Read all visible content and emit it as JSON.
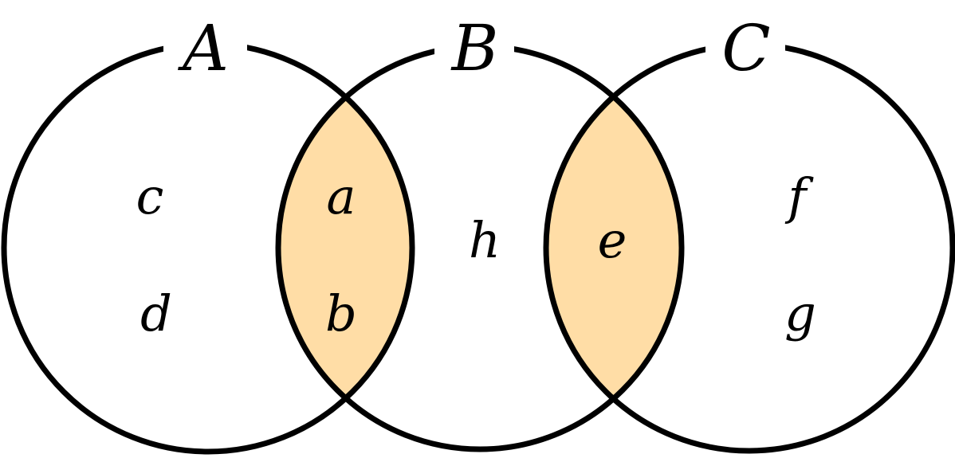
{
  "colors": {
    "intersection_fill": "#FFDDA6",
    "stroke": "#000000",
    "background": "#FFFFFF"
  },
  "sets": [
    {
      "label": "A",
      "only": [
        "c",
        "d"
      ]
    },
    {
      "label": "B",
      "only": [
        "h"
      ]
    },
    {
      "label": "C",
      "only": [
        "f",
        "g"
      ]
    }
  ],
  "intersections": {
    "A_and_B": [
      "a",
      "b"
    ],
    "B_and_C": [
      "e"
    ]
  }
}
